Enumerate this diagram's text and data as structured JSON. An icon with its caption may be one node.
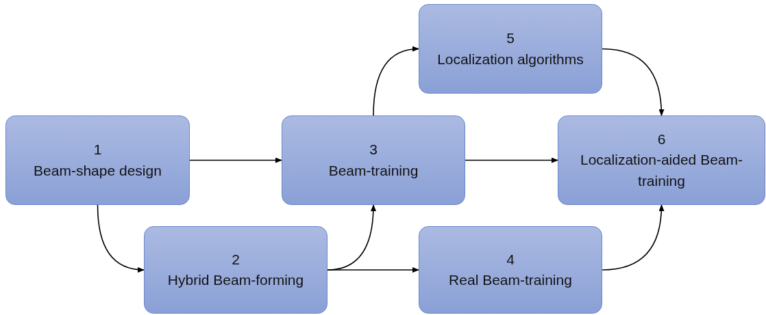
{
  "diagram": {
    "nodes": [
      {
        "text": [
          "1",
          "Beam-shape design"
        ]
      },
      {
        "text": [
          "2",
          "Hybrid Beam-forming"
        ]
      },
      {
        "text": [
          "3",
          "Beam-training"
        ]
      },
      {
        "text": [
          "4",
          "Real Beam-training"
        ]
      },
      {
        "text": [
          "5",
          "Localization algorithms"
        ]
      },
      {
        "text": [
          "6",
          "Localization-aided Beam-training"
        ]
      }
    ],
    "edges": [
      {
        "from": 0,
        "to": 2,
        "arrow": "to"
      },
      {
        "from": 0,
        "to": 1,
        "arrow": "to"
      },
      {
        "from": 1,
        "to": 2,
        "arrow": "to"
      },
      {
        "from": 1,
        "to": 3,
        "arrow": "to"
      },
      {
        "from": 2,
        "to": 4,
        "arrow": "to"
      },
      {
        "from": 2,
        "to": 5,
        "arrow": "to"
      },
      {
        "from": 4,
        "to": 5,
        "arrow": "to"
      },
      {
        "from": 3,
        "to": 5,
        "arrow": "to"
      }
    ]
  }
}
